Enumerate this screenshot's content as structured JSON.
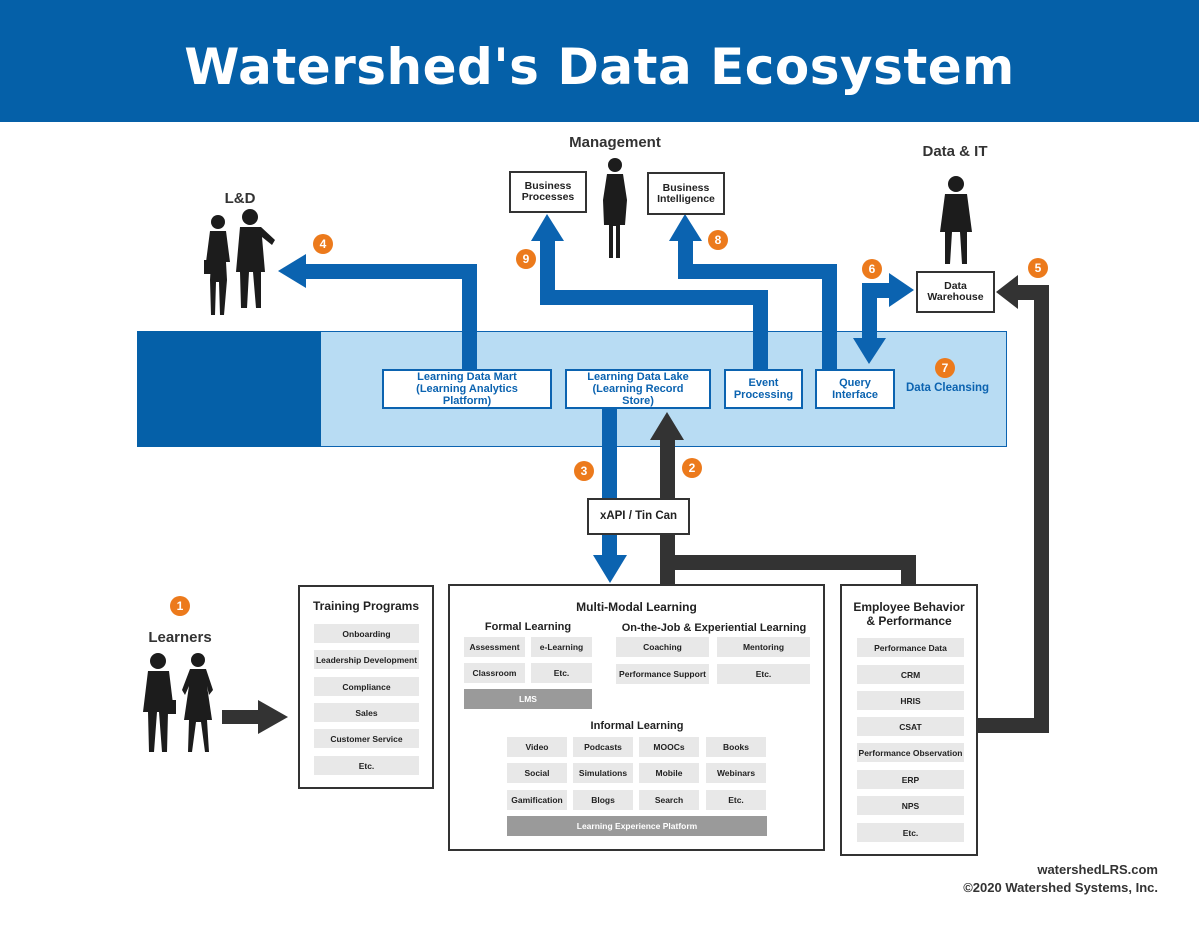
{
  "title": "Watershed's Data Ecosystem",
  "groups": {
    "management": "Management",
    "data_it": "Data & IT",
    "ld": "L&D",
    "learners": "Learners"
  },
  "top_boxes": {
    "business_processes": "Business Processes",
    "business_intelligence": "Business Intelligence",
    "data_warehouse": "Data Warehouse"
  },
  "platform": {
    "learning_data_mart": "Learning Data Mart (Learning Analytics Platform)",
    "learning_data_lake": "Learning Data Lake (Learning Record Store)",
    "event_processing": "Event Processing",
    "query_interface": "Query Interface",
    "data_cleansing": "Data Cleansing"
  },
  "xapi": "xAPI / Tin Can",
  "badges": [
    "1",
    "2",
    "3",
    "4",
    "5",
    "6",
    "7",
    "8",
    "9"
  ],
  "training_programs": {
    "title": "Training Programs",
    "items": [
      "Onboarding",
      "Leadership Development",
      "Compliance",
      "Sales",
      "Customer Service",
      "Etc."
    ]
  },
  "multi_modal": {
    "title": "Multi-Modal Learning",
    "formal": {
      "title": "Formal Learning",
      "items": [
        "Assessment",
        "e-Learning",
        "Classroom",
        "Etc."
      ],
      "platform": "LMS"
    },
    "on_the_job": {
      "title": "On-the-Job & Experiential Learning",
      "items": [
        "Coaching",
        "Mentoring",
        "Performance Support",
        "Etc."
      ]
    },
    "informal": {
      "title": "Informal Learning",
      "items": [
        "Video",
        "Podcasts",
        "MOOCs",
        "Books",
        "Social",
        "Simulations",
        "Mobile",
        "Webinars",
        "Gamification",
        "Blogs",
        "Search",
        "Etc."
      ],
      "platform": "Learning Experience Platform"
    }
  },
  "employee": {
    "title": "Employee Behavior & Performance",
    "items": [
      "Performance Data",
      "CRM",
      "HRIS",
      "CSAT",
      "Performance Observation",
      "ERP",
      "NPS",
      "Etc."
    ]
  },
  "footer": {
    "url": "watershedLRS.com",
    "copyright": "©2020 Watershed Systems, Inc."
  },
  "colors": {
    "brand_blue": "#0560a8",
    "arrow_blue": "#0b63b0",
    "panel_light_blue": "#b8dcf3",
    "dark": "#333333",
    "badge_orange": "#ec7a1c"
  }
}
